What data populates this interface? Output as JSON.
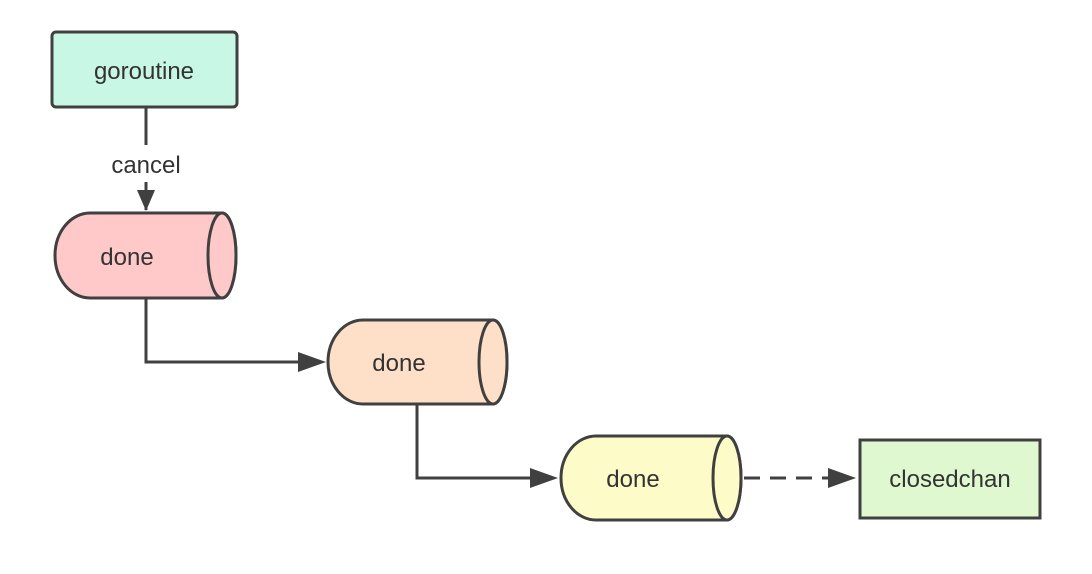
{
  "diagram": {
    "nodes": {
      "goroutine": {
        "label": "goroutine",
        "shape": "rectangle",
        "fill": "#c8f7e6"
      },
      "done1": {
        "label": "done",
        "shape": "cylinder",
        "fill": "#ffc9c9"
      },
      "done2": {
        "label": "done",
        "shape": "cylinder",
        "fill": "#fde0c7"
      },
      "done3": {
        "label": "done",
        "shape": "cylinder",
        "fill": "#fdfcc8"
      },
      "closedchan": {
        "label": "closedchan",
        "shape": "rectangle",
        "fill": "#e0f8cf"
      }
    },
    "edges": {
      "cancel": {
        "label": "cancel",
        "from": "goroutine",
        "to": "done1",
        "style": "solid"
      },
      "e2": {
        "from": "done1",
        "to": "done2",
        "style": "solid"
      },
      "e3": {
        "from": "done2",
        "to": "done3",
        "style": "solid"
      },
      "e4": {
        "from": "done3",
        "to": "closedchan",
        "style": "dashed"
      }
    },
    "stroke_color": "#404040"
  }
}
